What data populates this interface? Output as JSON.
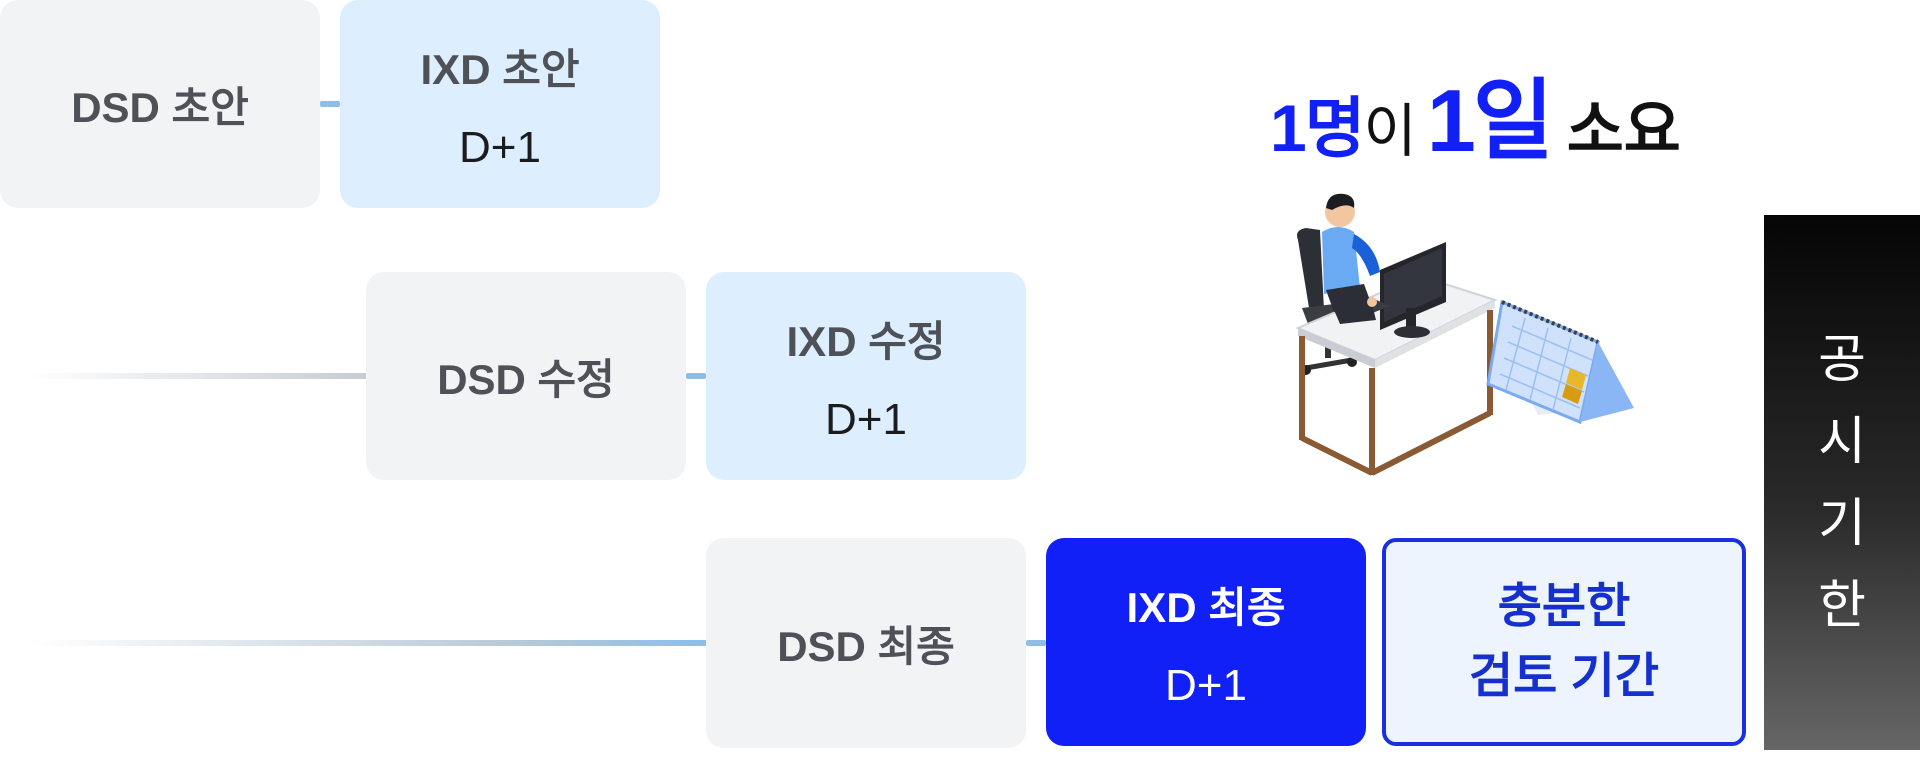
{
  "headline": {
    "count": "1명",
    "particle": "이",
    "days": "1일",
    "suffix": "소요"
  },
  "rows": [
    {
      "dsd": "DSD 초안",
      "ixd": "IXD 초안",
      "ixd_day": "D+1"
    },
    {
      "dsd": "DSD 수정",
      "ixd": "IXD 수정",
      "ixd_day": "D+1"
    },
    {
      "dsd": "DSD 최종",
      "ixd": "IXD 최종",
      "ixd_day": "D+1"
    }
  ],
  "review": {
    "line1": "충분한",
    "line2": "검토 기간"
  },
  "deadline": {
    "chars": [
      "공",
      "시",
      "기",
      "한"
    ]
  },
  "colors": {
    "accent": "#1020f7",
    "dsd_bg": "#f2f3f5",
    "ixd_bg": "#ddeefe",
    "review_border": "#1a30e0"
  },
  "icons": {
    "worker": "person-at-desk-icon",
    "calendar": "desk-calendar-icon"
  }
}
